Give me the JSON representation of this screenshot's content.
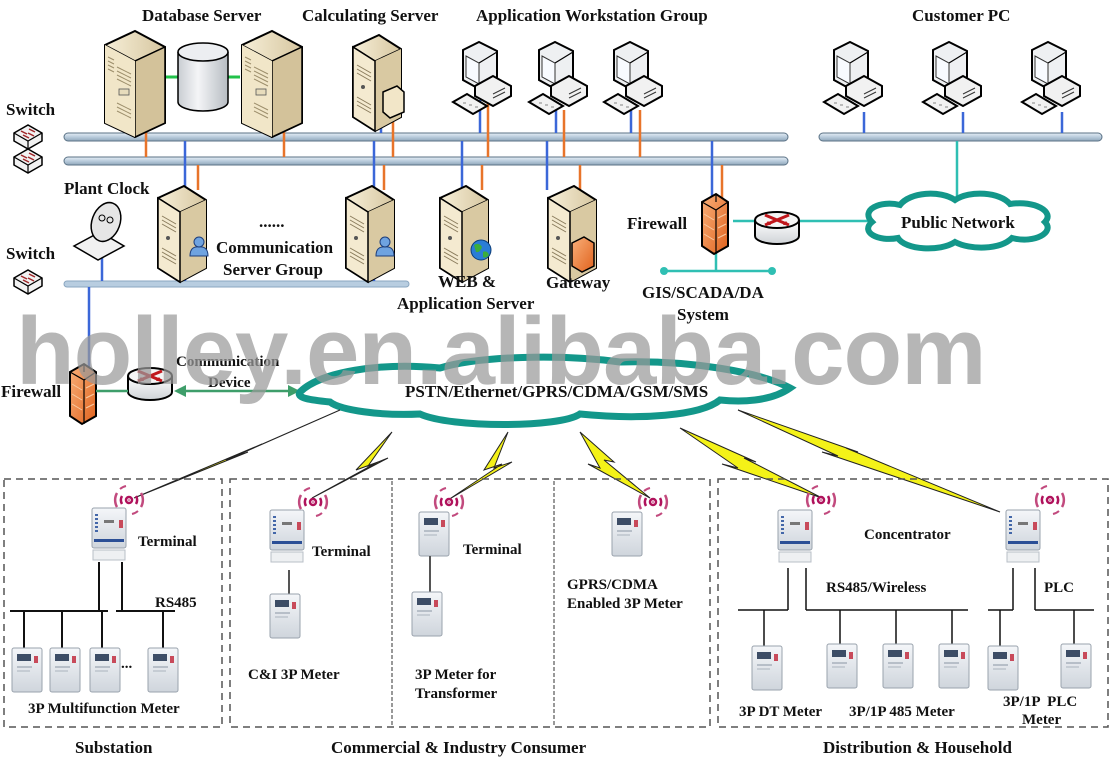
{
  "title": "Holley AMR System Network Architecture",
  "top_labels": {
    "database_server": "Database Server",
    "calculating_server": "Calculating Server",
    "app_workstation_group": "Application Workstation Group",
    "customer_pc": "Customer PC",
    "switch_top": "Switch",
    "plant_clock": "Plant Clock",
    "switch_mid": "Switch",
    "comm_server_group_1": "Communication",
    "comm_server_group_2": "Server Group",
    "ellipsis": "......",
    "web_app_server_1": "WEB &",
    "web_app_server_2": "Application Server",
    "gateway": "Gateway",
    "firewall_right": "Firewall",
    "public_network": "Public Network",
    "gis_scada_1": "GIS/SCADA/DA",
    "gis_scada_2": "System",
    "firewall_left": "Firewall",
    "comm_device_1": "Communication",
    "comm_device_2": "Device",
    "wan_cloud": "PSTN/Ethernet/GPRS/CDMA/GSM/SMS"
  },
  "watermark": "holley.en.alibaba.com",
  "sections": {
    "substation": {
      "title": "Substation",
      "terminal": "Terminal",
      "bus": "RS485",
      "meters_label": "3P Multifunction Meter",
      "ellipsis": "..."
    },
    "commercial": {
      "title": "Commercial & Industry Consumer",
      "col1_terminal": "Terminal",
      "col1_meter": "C&I 3P Meter",
      "col2_terminal": "Terminal",
      "col2_meter_1": "3P Meter for",
      "col2_meter_2": "Transformer",
      "col3_meter_1": "GPRS/CDMA",
      "col3_meter_2": "Enabled 3P Meter"
    },
    "distribution": {
      "title": "Distribution & Household",
      "concentrator": "Concentrator",
      "bus1": "RS485/Wireless",
      "bus2": "PLC",
      "meter_dt": "3P DT Meter",
      "meter_485": "3P/1P 485 Meter",
      "meter_plc_1": "3P/1P  PLC",
      "meter_plc_2": "Meter"
    }
  },
  "colors": {
    "bus_fill": "#c7d8e6",
    "bus_stroke": "#5b7286",
    "link_blue": "#3b67d8",
    "link_orange": "#e8742a",
    "link_teal": "#2fbfb3",
    "link_green": "#3e9e6a",
    "cloud_teal": "#13978a",
    "lightning": "#f4f218",
    "server_beige": "#efe4c6",
    "firewall_orange": "#f08a3c",
    "antenna_magenta": "#b0125c"
  }
}
